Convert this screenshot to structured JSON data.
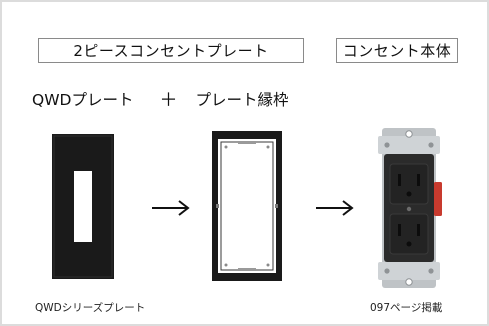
{
  "labels": {
    "left_box": "2ピースコンセントプレート",
    "right_box": "コンセント本体"
  },
  "subtitle": {
    "part1": "QWDプレート",
    "plus": "＋",
    "part2": "プレート縁枠"
  },
  "captions": {
    "left": "QWDシリーズプレート",
    "right": "097ページ掲載"
  },
  "icons": {
    "arrow1": "right-arrow-icon",
    "arrow2": "right-arrow-icon"
  },
  "colors": {
    "plate": "#1a1a1a",
    "outlet_body": "#2b2b2b",
    "metal": "#bfc3c6",
    "accent_red": "#c83a2e",
    "box_border": "#8a8a8a",
    "frame_border": "#dcdcdc"
  }
}
